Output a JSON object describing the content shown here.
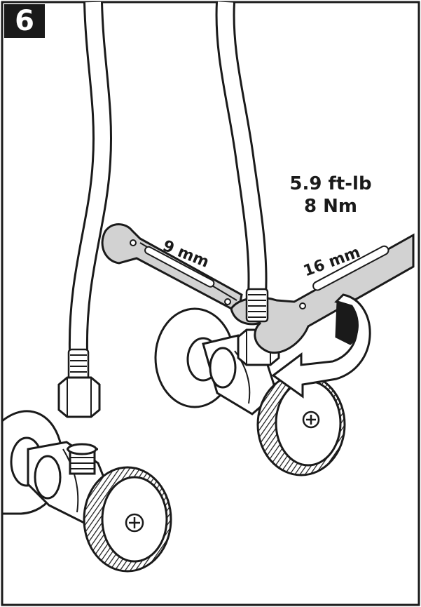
{
  "step": {
    "number": "6"
  },
  "torque": {
    "imperial": "5.9 ft-lb",
    "metric": "8 Nm"
  },
  "wrenches": {
    "small": "9 mm",
    "large": "16 mm"
  },
  "colors": {
    "ink": "#1a1a1a",
    "paper": "#ffffff",
    "steel": "#bdbdbd"
  }
}
